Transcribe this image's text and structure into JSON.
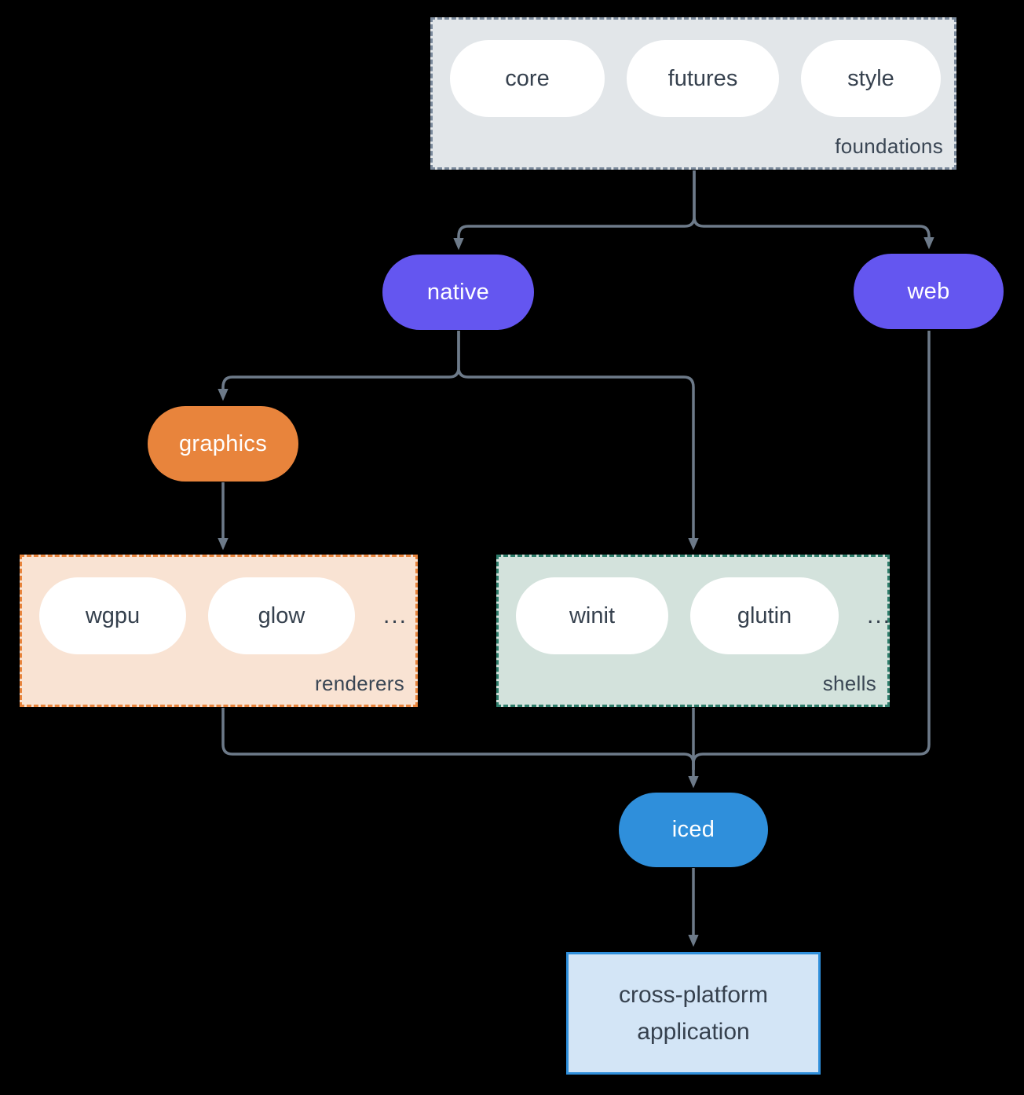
{
  "foundations": {
    "label": "foundations",
    "pills": [
      "core",
      "futures",
      "style"
    ]
  },
  "nodes": {
    "native": "native",
    "web": "web",
    "graphics": "graphics",
    "iced": "iced"
  },
  "renderers": {
    "label": "renderers",
    "pills": [
      "wgpu",
      "glow"
    ],
    "ellipsis": "..."
  },
  "shells": {
    "label": "shells",
    "pills": [
      "winit",
      "glutin"
    ],
    "ellipsis": "..."
  },
  "application": {
    "label": "cross-platform application"
  },
  "colors": {
    "background": "#000000",
    "connector": "#6d7a89",
    "native_web_fill": "#6456f0",
    "graphics_fill": "#e8843c",
    "iced_fill": "#2f8fdb",
    "foundations_fill": "#e2e6e9",
    "foundations_border": "#7b8a9c",
    "renderers_fill": "#f9e3d3",
    "renderers_border": "#e8843c",
    "shells_fill": "#d3e2dc",
    "shells_border": "#2e7d6b",
    "application_fill": "#d3e5f6",
    "application_border": "#2f8fdb",
    "text_dark": "#36414e",
    "text_light": "#ffffff"
  }
}
